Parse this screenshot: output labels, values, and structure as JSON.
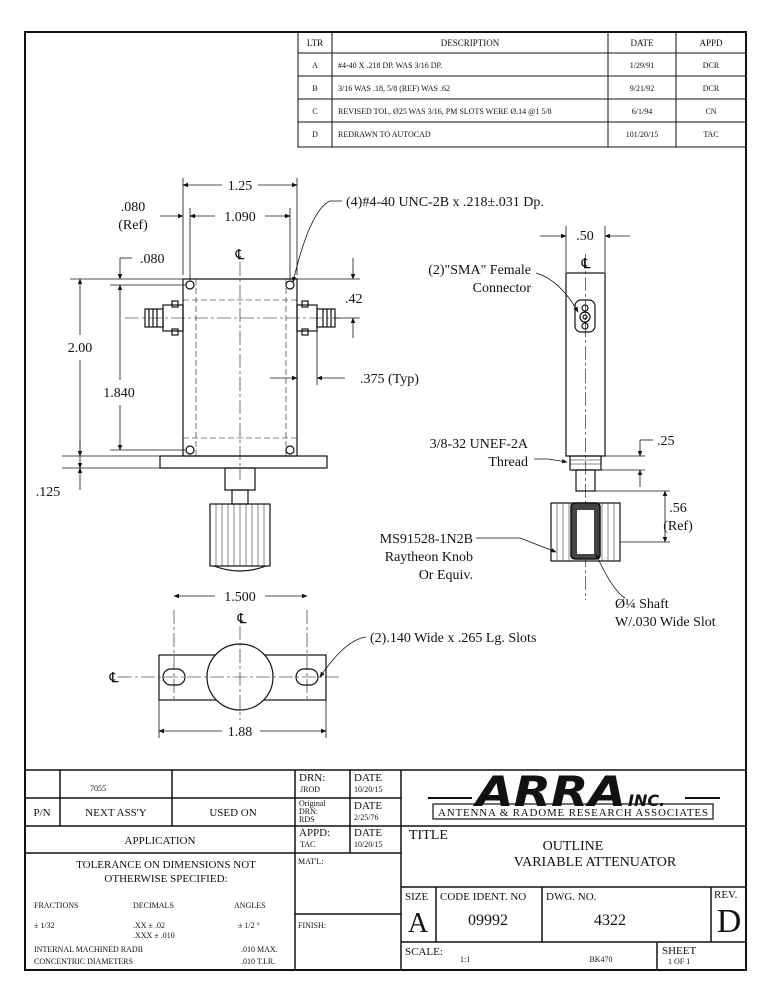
{
  "revisions": {
    "headers": [
      "LTR",
      "DESCRIPTION",
      "DATE",
      "APPD"
    ],
    "rows": [
      {
        "ltr": "A",
        "desc": "#4-40 X .218 DP. WAS 3/16 DP.",
        "date": "1/29/91",
        "appd": "DCR"
      },
      {
        "ltr": "B",
        "desc": "3/16 WAS .18, 5/8 (REF) WAS .62",
        "date": "9/21/92",
        "appd": "DCR"
      },
      {
        "ltr": "C",
        "desc": "REVISED TOL, Ø25 WAS 3/16, PM SLOTS WERE Ø.14 @1 5/8",
        "date": "6/1/94",
        "appd": "CN"
      },
      {
        "ltr": "D",
        "desc": "REDRAWN TO AUTOCAD",
        "date": "101/20/15",
        "appd": "TAC"
      }
    ]
  },
  "front_view": {
    "dim_overall_width": "1.25",
    "dim_hole_spacing_x": "1.090",
    "dim_edge_offset_x": ".080",
    "dim_edge_offset_x_ref": "(Ref)",
    "dim_edge_offset_y": ".080",
    "dim_overall_height": "2.00",
    "dim_hole_spacing_y": "1.840",
    "dim_flange": ".125",
    "dim_connector_offset": ".42",
    "dim_body_step": ".375 (Typ)",
    "callout_tapped_holes": "(4)#4-40 UNC-2B x .218±.031 Dp.",
    "centerline_symbol": "℄"
  },
  "side_view": {
    "dim_width": ".50",
    "callout_connector": "(2)\"SMA\" Female",
    "callout_connector_2": "Connector",
    "callout_thread": "3/8-32 UNEF-2A",
    "callout_thread_2": "Thread",
    "dim_thread_len": ".25",
    "dim_shaft_ref": ".56",
    "dim_shaft_ref_2": "(Ref)",
    "callout_knob": "MS91528-1N2B",
    "callout_knob_2": "Raytheon Knob",
    "callout_knob_3": "Or Equiv.",
    "callout_shaft": "Ø¼ Shaft",
    "callout_shaft_2": "W/.030 Wide Slot"
  },
  "bottom_view": {
    "dim_slot_spacing": "1.500",
    "dim_overall": "1.88",
    "callout_slots": "(2).140 Wide x .265 Lg. Slots"
  },
  "title_block": {
    "next_assy_value": "7055",
    "pn_label": "P/N",
    "next_assy_label": "NEXT ASS'Y",
    "used_on_label": "USED ON",
    "application_label": "APPLICATION",
    "tolerance_title": "TOLERANCE ON DIMENSIONS NOT",
    "tolerance_title_2": "OTHERWISE SPECIFIED:",
    "fractions_label": "FRACTIONS",
    "fractions_value": "± 1/32",
    "decimals_label": "DECIMALS",
    "decimals_value_1": ".XX  ± .02",
    "decimals_value_2": ".XXX ± .010",
    "angles_label": "ANGLES",
    "angles_value": "± 1/2 °",
    "radii_label": "INTERNAL MACHINED RADII",
    "radii_value": ".010 MAX.",
    "concentric_label": "CONCENTRIC DIAMETERS",
    "concentric_value": ".010 T.I.R.",
    "drn_label": "DRN:",
    "drn_value": "JROD",
    "drn_date_label": "DATE",
    "drn_date": "10/20/15",
    "orig_label_1": "Original",
    "orig_label_2": "DRN:",
    "orig_value": "RDS",
    "orig_date_label": "DATE",
    "orig_date": "2/25/76",
    "appd_label": "APPD:",
    "appd_value": "TAC",
    "appd_date_label": "DATE",
    "appd_date": "10/20/15",
    "matl_label": "MAT'L:",
    "finish_label": "FINISH:",
    "company_logo": "ARRA",
    "company_suffix": "INC.",
    "company_name": "ANTENNA & RADOME RESEARCH ASSOCIATES",
    "title_label": "TITLE",
    "title_line_1": "OUTLINE",
    "title_line_2": "VARIABLE ATTENUATOR",
    "size_label": "SIZE",
    "size_value": "A",
    "code_label": "CODE IDENT. NO",
    "code_value": "09992",
    "dwg_label": "DWG. NO.",
    "dwg_value": "4322",
    "rev_label": "REV.",
    "rev_value": "D",
    "scale_label": "SCALE:",
    "scale_value": "1:1",
    "bk_value": "BK470",
    "sheet_label": "SHEET",
    "sheet_value": "1 OF 1"
  }
}
